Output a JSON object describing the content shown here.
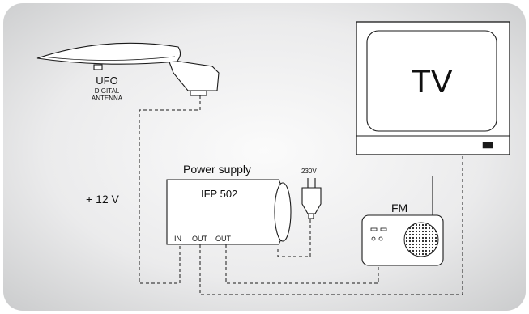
{
  "antenna": {
    "name": "UFO",
    "line2": "DIGITAL",
    "line3": "ANTENNA"
  },
  "voltage_label": "+ 12 V",
  "power_supply": {
    "title": "Power supply",
    "model": "IFP 502",
    "port_in": "IN",
    "port_out1": "OUT",
    "port_out2": "OUT"
  },
  "plug_label": "230V",
  "tv_label": "TV",
  "radio_label": "FM",
  "colors": {
    "panel_light": "#f3f3f3",
    "panel_dark": "#cfd0d1",
    "stroke": "#1a1a1a",
    "device_fill": "#ffffff"
  }
}
